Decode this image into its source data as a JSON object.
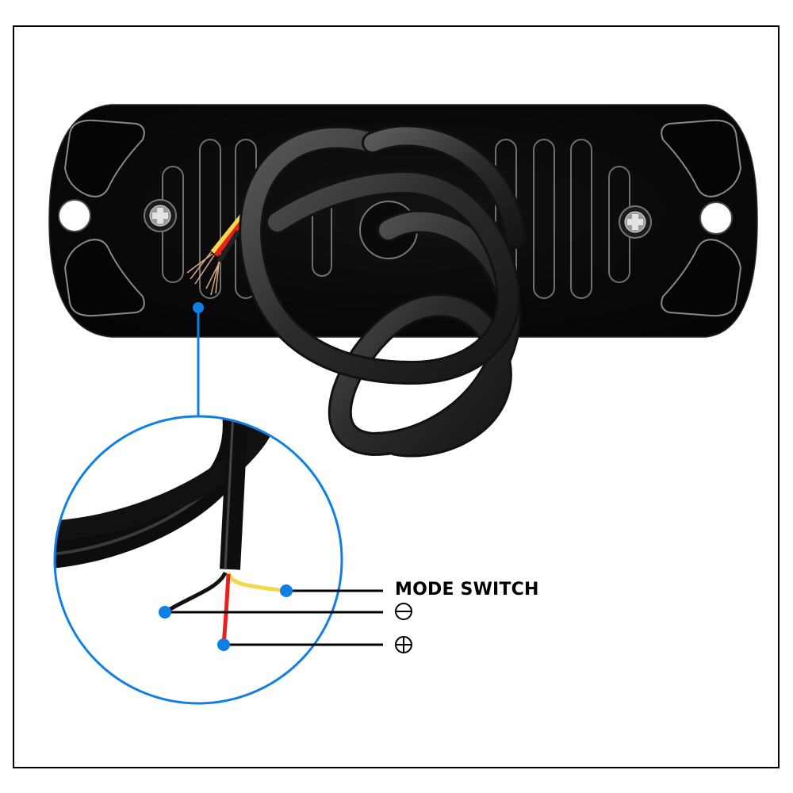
{
  "figure": {
    "subject": "LED strobe light housing rear view with 3-wire pigtail",
    "colors": {
      "accent_blue": "#0f7fe6",
      "frame": "#000000",
      "housing": "#0b0b0b",
      "cable": "#1a1a1a",
      "wire_yellow": "#f2d84a",
      "wire_red": "#e8211d",
      "wire_black": "#111111"
    }
  },
  "callouts": [
    {
      "id": "mode-switch",
      "label": "MODE SWITCH",
      "wire_color": "yellow",
      "symbol": ""
    },
    {
      "id": "negative",
      "label": "",
      "wire_color": "black",
      "symbol": "minus-circle"
    },
    {
      "id": "positive",
      "label": "",
      "wire_color": "red",
      "symbol": "plus-circle"
    }
  ]
}
